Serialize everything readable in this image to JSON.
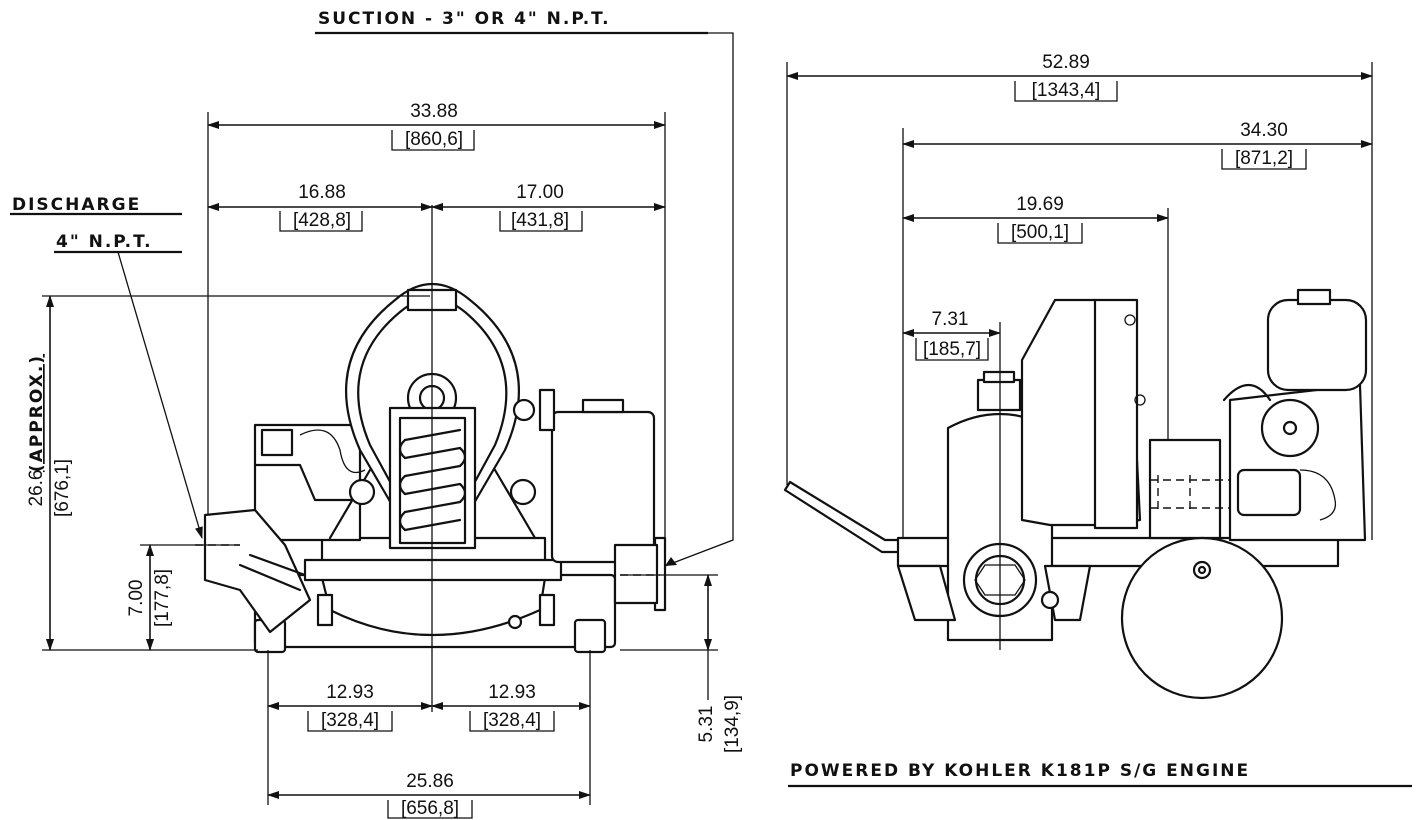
{
  "labels": {
    "suction": "SUCTION - 3\" OR 4\" N.P.T.",
    "discharge_line1": "DISCHARGE",
    "discharge_line2": "4\" N.P.T.",
    "approx": "(APPROX.)",
    "engine": "POWERED BY KOHLER K181P S/G ENGINE"
  },
  "front_view": {
    "overall_width": {
      "in": "33.88",
      "mm": "[860,6]"
    },
    "left_half": {
      "in": "16.88",
      "mm": "[428,8]"
    },
    "right_half": {
      "in": "17.00",
      "mm": "[431,8]"
    },
    "height": {
      "in": "26.6",
      "mm": "[676,1]"
    },
    "discharge_height": {
      "in": "7.00",
      "mm": "[177,8]"
    },
    "suction_height": {
      "in": "5.31",
      "mm": "[134,9]"
    },
    "base_left": {
      "in": "12.93",
      "mm": "[328,4]"
    },
    "base_right": {
      "in": "12.93",
      "mm": "[328,4]"
    },
    "base_width": {
      "in": "25.86",
      "mm": "[656,8]"
    }
  },
  "side_view": {
    "overall_length": {
      "in": "52.89",
      "mm": "[1343,4]"
    },
    "frame_length": {
      "in": "34.30",
      "mm": "[871,2]"
    },
    "to_axle": {
      "in": "19.69",
      "mm": "[500,1]"
    },
    "to_pump_center": {
      "in": "7.31",
      "mm": "[185,7]"
    }
  }
}
